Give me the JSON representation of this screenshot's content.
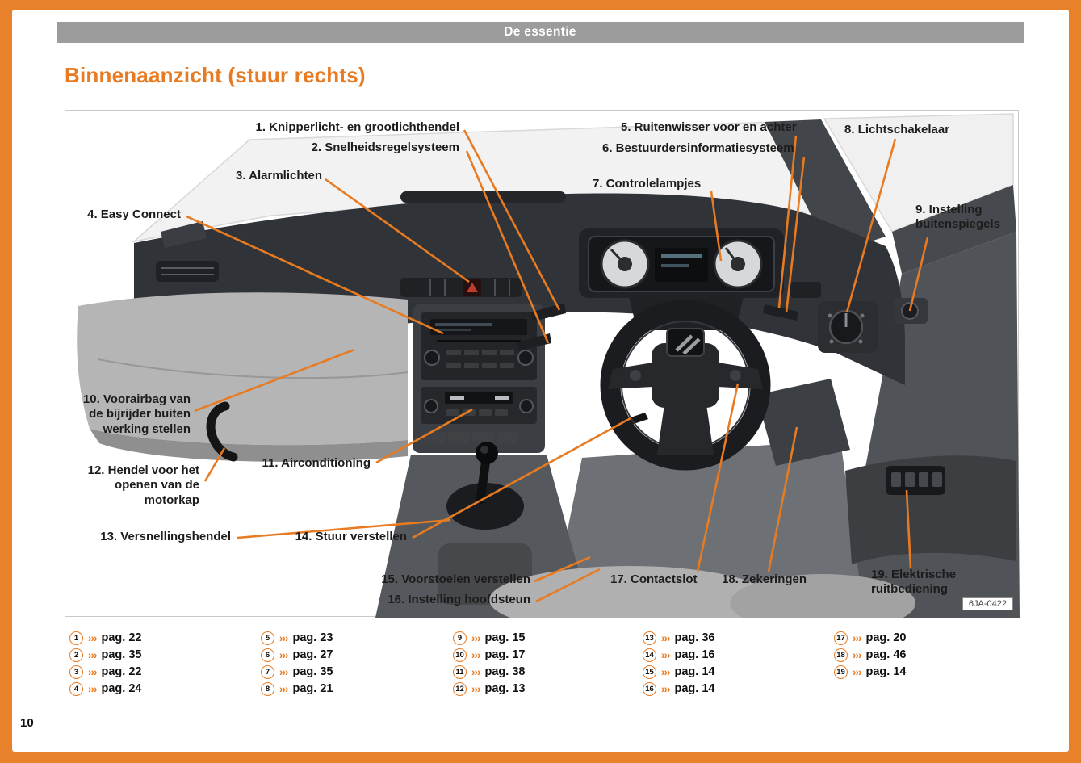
{
  "page": {
    "header": "De essentie",
    "title": "Binnenaanzicht (stuur rechts)",
    "page_number": "10",
    "figure_code": "6JA-0422"
  },
  "callouts": [
    "1. Knipperlicht- en grootlichthendel",
    "2. Snelheidsregelsysteem",
    "3. Alarmlichten",
    "4. Easy Connect",
    "5. Ruitenwisser voor en achter",
    "6. Bestuurdersinformatiesysteem",
    "7. Controlelampjes",
    "8. Lichtschakelaar",
    "9. Instelling buitenspiegels",
    "10. Voorairbag van de bijrijder buiten werking stellen",
    "11. Airconditioning",
    "12. Hendel voor het openen van de motorkap",
    "13. Versnellingshendel",
    "14. Stuur verstellen",
    "15. Voorstoelen verstellen",
    "16. Instelling hoofdsteun",
    "17. Contactslot",
    "18. Zekeringen",
    "19. Elektrische ruitbediening"
  ],
  "refs": {
    "arrow": "›››",
    "col1": [
      {
        "n": "1",
        "page": "pag. 22"
      },
      {
        "n": "2",
        "page": "pag. 35"
      },
      {
        "n": "3",
        "page": "pag. 22"
      },
      {
        "n": "4",
        "page": "pag. 24"
      }
    ],
    "col2": [
      {
        "n": "5",
        "page": "pag. 23"
      },
      {
        "n": "6",
        "page": "pag. 27"
      },
      {
        "n": "7",
        "page": "pag. 35"
      },
      {
        "n": "8",
        "page": "pag. 21"
      }
    ],
    "col3": [
      {
        "n": "9",
        "page": "pag. 15"
      },
      {
        "n": "10",
        "page": "pag. 17"
      },
      {
        "n": "11",
        "page": "pag. 38"
      },
      {
        "n": "12",
        "page": "pag. 13"
      }
    ],
    "col4": [
      {
        "n": "13",
        "page": "pag. 36"
      },
      {
        "n": "14",
        "page": "pag. 16"
      },
      {
        "n": "15",
        "page": "pag. 14"
      },
      {
        "n": "16",
        "page": "pag. 14"
      }
    ],
    "col5": [
      {
        "n": "17",
        "page": "pag. 20"
      },
      {
        "n": "18",
        "page": "pag. 46"
      },
      {
        "n": "19",
        "page": "pag. 14"
      }
    ]
  },
  "colors": {
    "accent_orange": "#e87b22",
    "header_gray": "#9c9c9c"
  }
}
